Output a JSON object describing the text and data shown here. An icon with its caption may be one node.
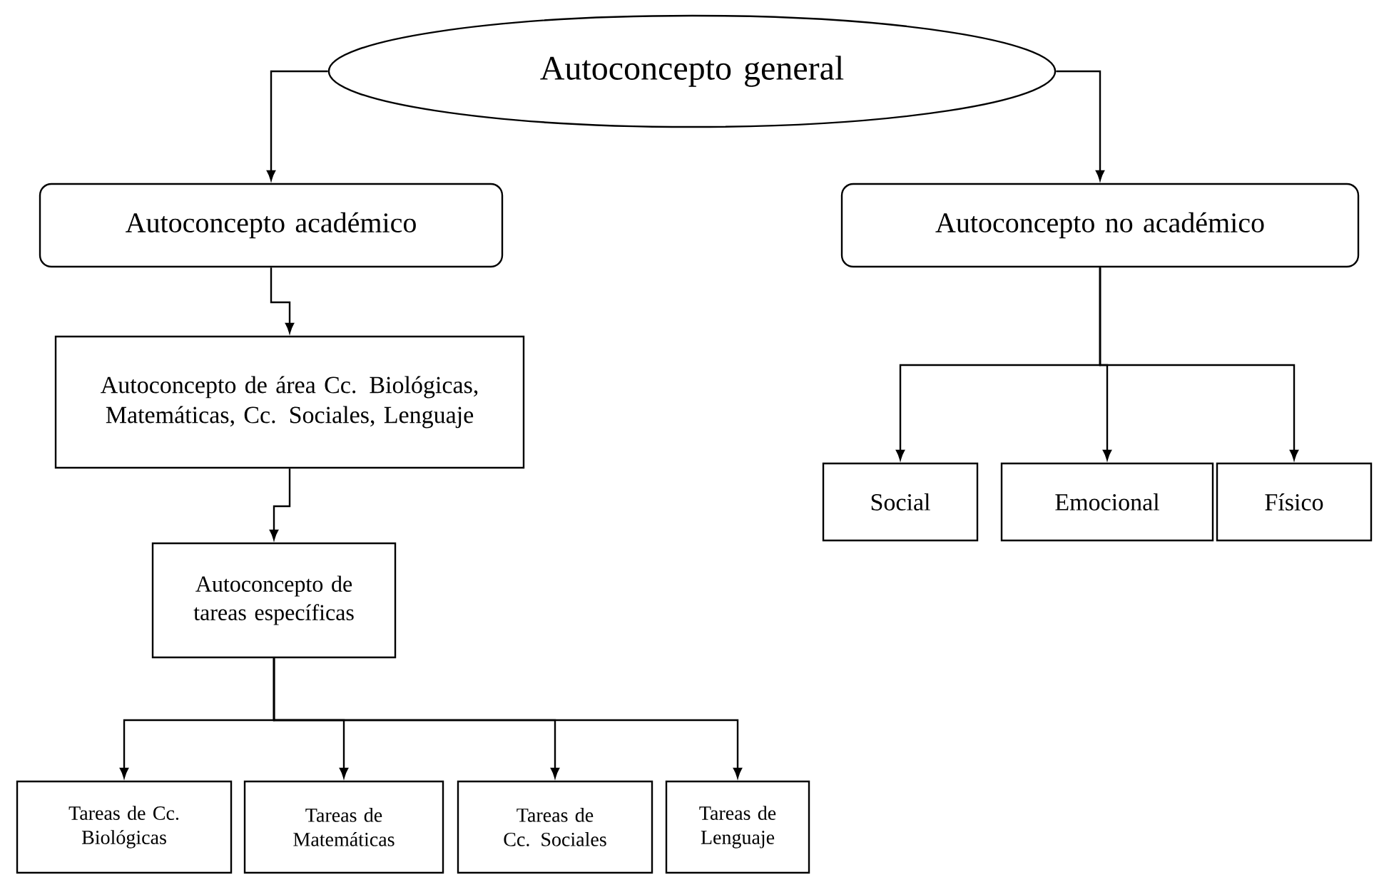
{
  "diagram": {
    "nodes": [
      {
        "text": [
          "Autoconcepto general"
        ]
      },
      {
        "text": [
          "Autoconcepto académico"
        ]
      },
      {
        "text": [
          "Autoconcepto no académico"
        ]
      },
      {
        "text": [
          "Autoconcepto de área Cc. Biológicas, Matemáticas, Cc. Sociales, Lenguaje"
        ]
      },
      {
        "text": [
          "Autoconcepto de tareas específicas"
        ]
      },
      {
        "text": [
          "Social"
        ]
      },
      {
        "text": [
          "Emocional"
        ]
      },
      {
        "text": [
          "Físico"
        ]
      },
      {
        "text": [
          "Tareas de Cc. Biológicas"
        ]
      },
      {
        "text": [
          "Tareas de Matemáticas"
        ]
      },
      {
        "text": [
          "Tareas de Cc. Sociales"
        ]
      },
      {
        "text": [
          "Tareas de Lenguaje"
        ]
      }
    ],
    "edges": [
      {
        "from": 0,
        "to": 1,
        "arrow": "to"
      },
      {
        "from": 0,
        "to": 2,
        "arrow": "to"
      },
      {
        "from": 1,
        "to": 3,
        "arrow": "to"
      },
      {
        "from": 3,
        "to": 4,
        "arrow": "to"
      },
      {
        "from": 2,
        "to": 5,
        "arrow": "to"
      },
      {
        "from": 2,
        "to": 6,
        "arrow": "to"
      },
      {
        "from": 2,
        "to": 7,
        "arrow": "to"
      },
      {
        "from": 4,
        "to": 8,
        "arrow": "to"
      },
      {
        "from": 4,
        "to": 9,
        "arrow": "to"
      },
      {
        "from": 4,
        "to": 10,
        "arrow": "to"
      },
      {
        "from": 4,
        "to": 11,
        "arrow": "to"
      }
    ]
  }
}
